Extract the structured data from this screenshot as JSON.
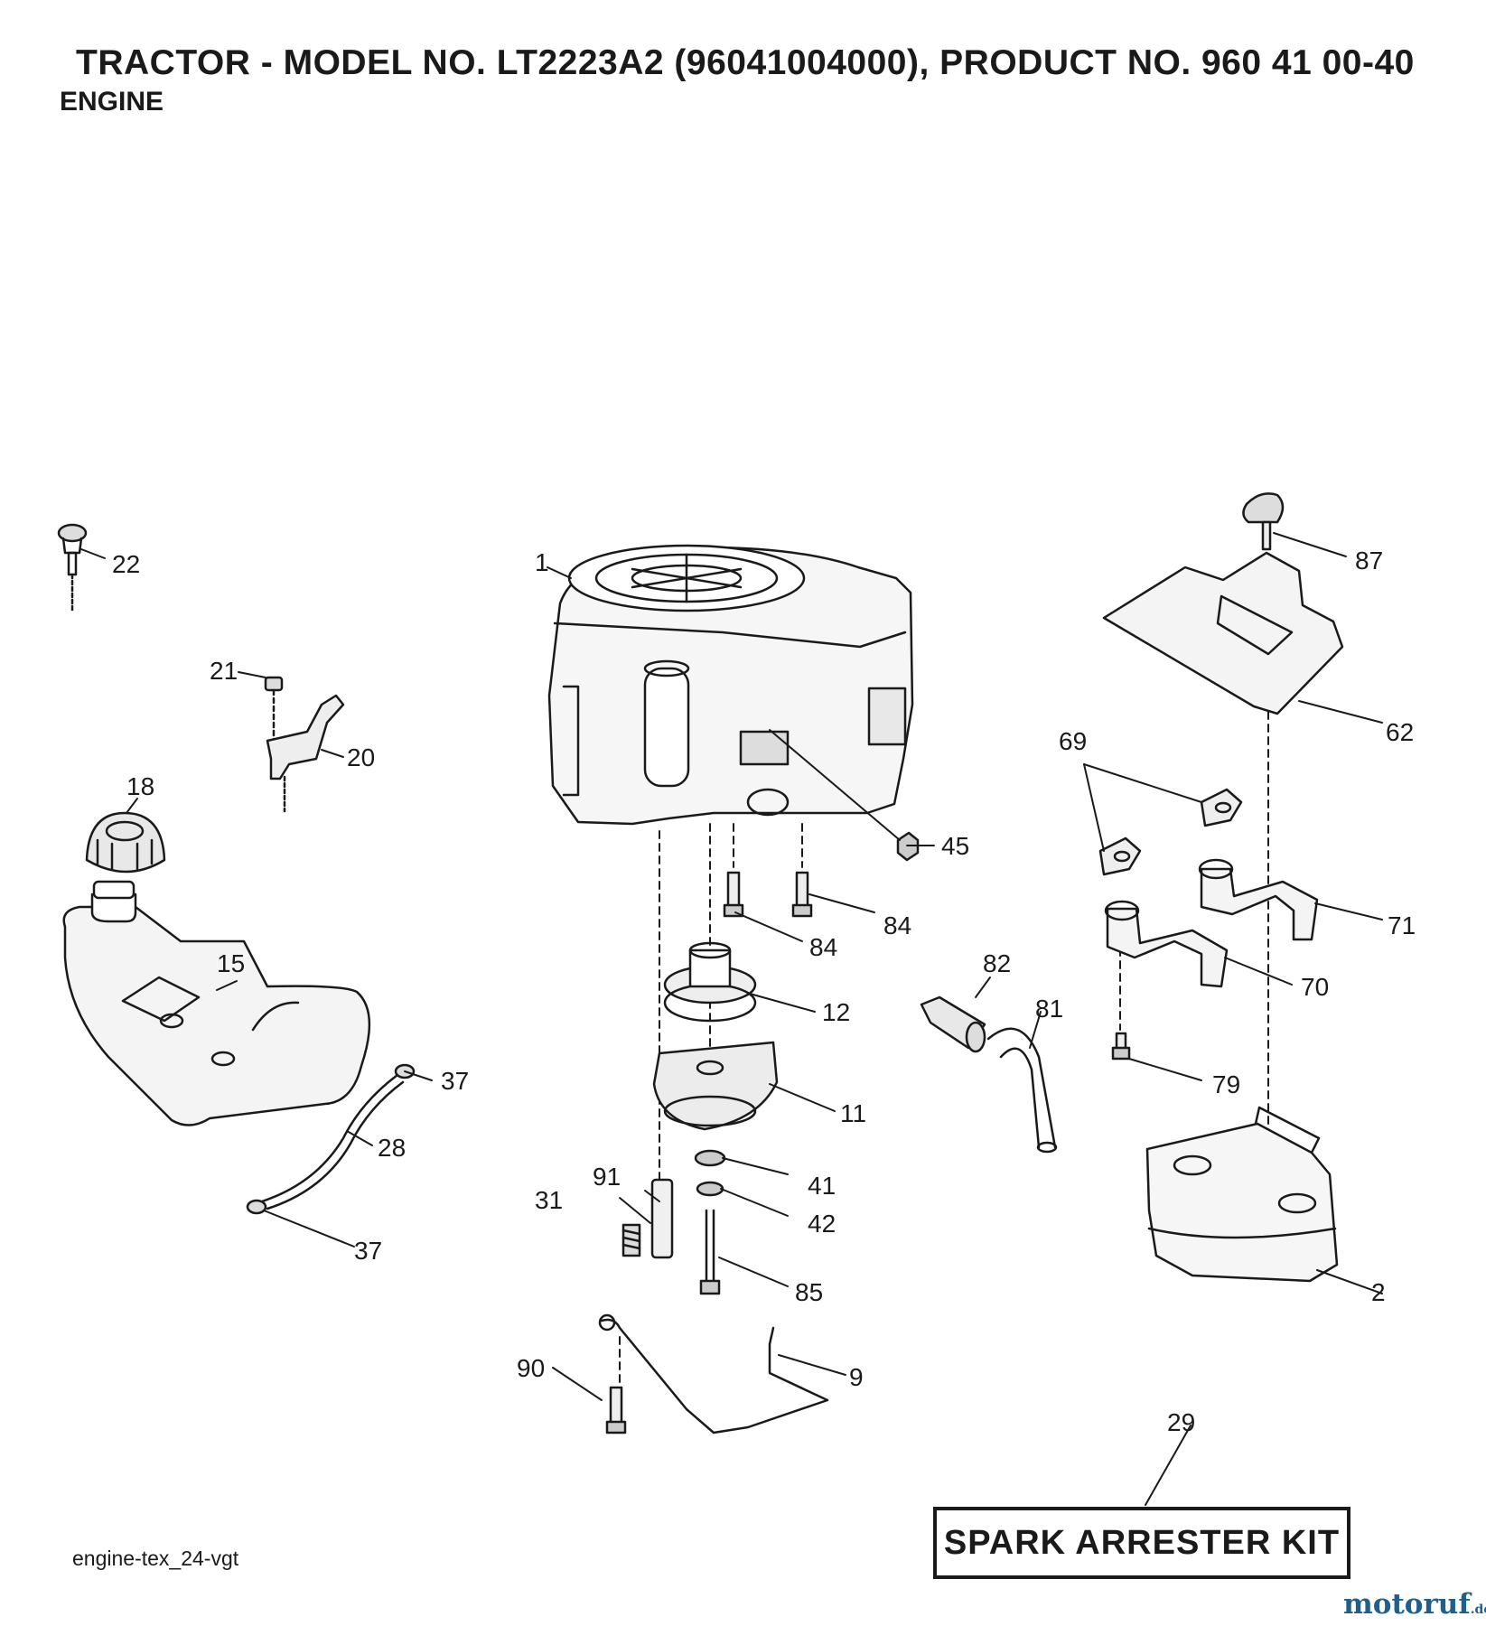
{
  "header": {
    "title": "TRACTOR - MODEL NO. LT2223A2 (96041004000), PRODUCT NO. 960 41 00-40",
    "subtitle": "ENGINE"
  },
  "parts": [
    {
      "key": "p1",
      "label": "1"
    },
    {
      "key": "p2",
      "label": "2"
    },
    {
      "key": "p9",
      "label": "9"
    },
    {
      "key": "p11",
      "label": "11"
    },
    {
      "key": "p12",
      "label": "12"
    },
    {
      "key": "p15",
      "label": "15"
    },
    {
      "key": "p18",
      "label": "18"
    },
    {
      "key": "p20",
      "label": "20"
    },
    {
      "key": "p21",
      "label": "21"
    },
    {
      "key": "p22",
      "label": "22"
    },
    {
      "key": "p28",
      "label": "28"
    },
    {
      "key": "p29",
      "label": "29"
    },
    {
      "key": "p31",
      "label": "31"
    },
    {
      "key": "p37a",
      "label": "37"
    },
    {
      "key": "p37b",
      "label": "37"
    },
    {
      "key": "p41",
      "label": "41"
    },
    {
      "key": "p42",
      "label": "42"
    },
    {
      "key": "p45",
      "label": "45"
    },
    {
      "key": "p62",
      "label": "62"
    },
    {
      "key": "p69",
      "label": "69"
    },
    {
      "key": "p70",
      "label": "70"
    },
    {
      "key": "p71",
      "label": "71"
    },
    {
      "key": "p79",
      "label": "79"
    },
    {
      "key": "p81",
      "label": "81"
    },
    {
      "key": "p82",
      "label": "82"
    },
    {
      "key": "p84a",
      "label": "84"
    },
    {
      "key": "p84b",
      "label": "84"
    },
    {
      "key": "p85",
      "label": "85"
    },
    {
      "key": "p87",
      "label": "87"
    },
    {
      "key": "p90",
      "label": "90"
    },
    {
      "key": "p91",
      "label": "91"
    }
  ],
  "kit_box": {
    "label": "SPARK ARRESTER KIT"
  },
  "figure_id": "engine-tex_24-vgt",
  "watermark": {
    "brand": "motoruf",
    "suffix": ".de",
    "color": "#1f5f8a"
  }
}
